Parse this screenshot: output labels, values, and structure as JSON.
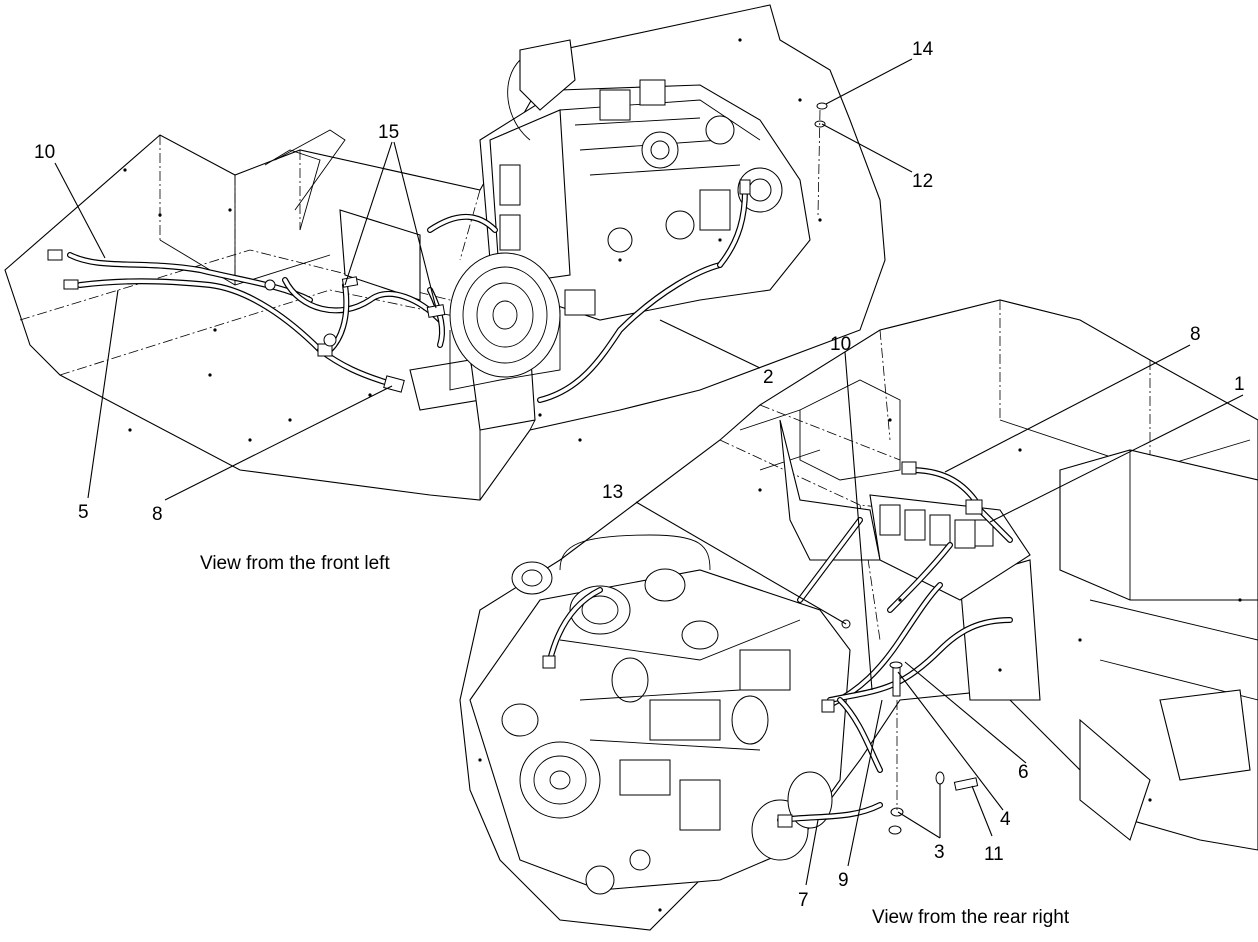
{
  "captions": {
    "front_left": "View from the front left",
    "rear_right": "View from the rear right"
  },
  "callouts": {
    "c10a": "10",
    "c15": "15",
    "c14": "14",
    "c12": "12",
    "c2": "2",
    "c5": "5",
    "c8a": "8",
    "c10b": "10",
    "c8b": "8",
    "c1": "1",
    "c13": "13",
    "c6": "6",
    "c4": "4",
    "c11": "11",
    "c3": "3",
    "c9": "9",
    "c7": "7"
  }
}
